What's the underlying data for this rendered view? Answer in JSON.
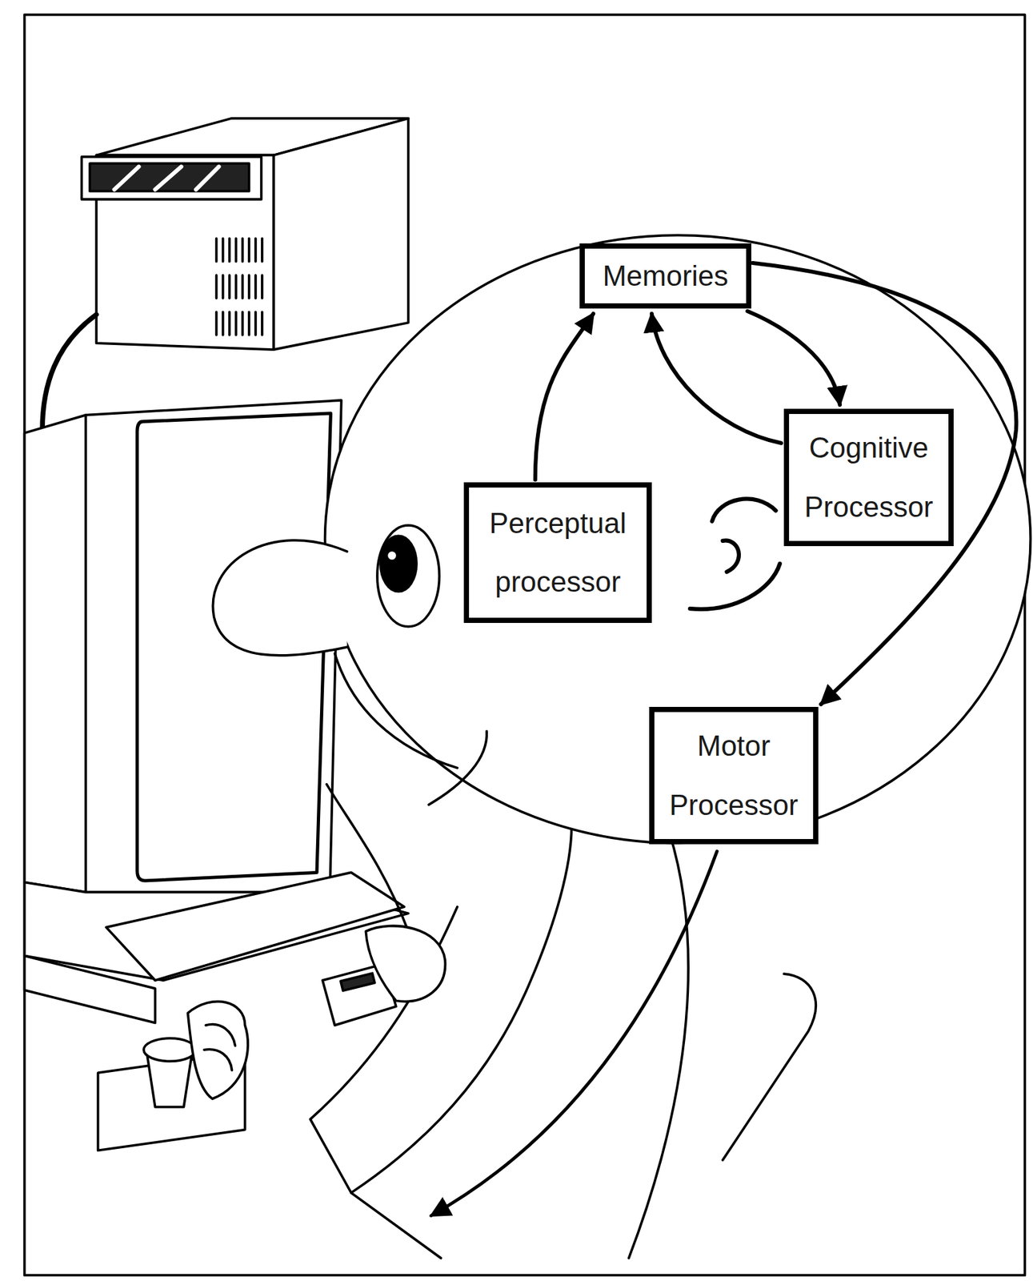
{
  "diagram": {
    "nodes": [
      {
        "text": [
          "Memories"
        ]
      },
      {
        "text": [
          "Cognitive Processor"
        ]
      },
      {
        "text": [
          "Perceptual processor"
        ]
      },
      {
        "text": [
          "Motor Processor"
        ]
      }
    ],
    "edges": [
      {
        "from": 2,
        "to": 0,
        "arrow": "to"
      },
      {
        "from": 0,
        "to": 1,
        "arrow": "to"
      },
      {
        "from": 1,
        "to": 0,
        "arrow": "to"
      },
      {
        "from": 0,
        "to": 3,
        "arrow": "to"
      }
    ]
  }
}
